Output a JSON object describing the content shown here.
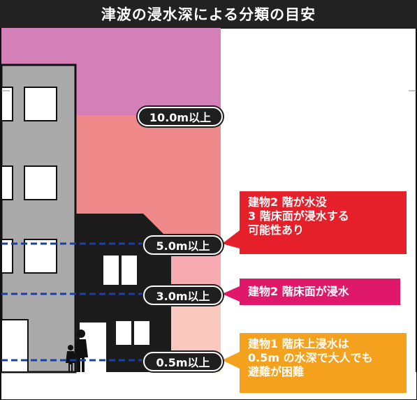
{
  "title": "津波の浸水深による分類の目安",
  "levels": [
    {
      "label": "10.0m以上"
    },
    {
      "label": "5.0m以上"
    },
    {
      "label": "3.0m以上"
    },
    {
      "label": "0.5m以上"
    }
  ],
  "callouts": [
    {
      "lines": [
        "建物2 階が水没",
        "3 階床面が浸水する",
        "可能性あり"
      ],
      "color": "#e5202a"
    },
    {
      "lines": [
        "建物2 階床面が浸水"
      ],
      "color": "#e0186a"
    },
    {
      "lines": [
        "建物1 階床上浸水は",
        "0.5m の水深で大人でも",
        "避難が困難"
      ],
      "color": "#f4a11d"
    }
  ],
  "colors": {
    "zone_10m": "#d47fb8",
    "zone_5m": "#f08a8a",
    "zone_3m": "#f7aab0",
    "zone_05m": "#f9c9bf",
    "zone_ground": "#f0eaa6"
  }
}
